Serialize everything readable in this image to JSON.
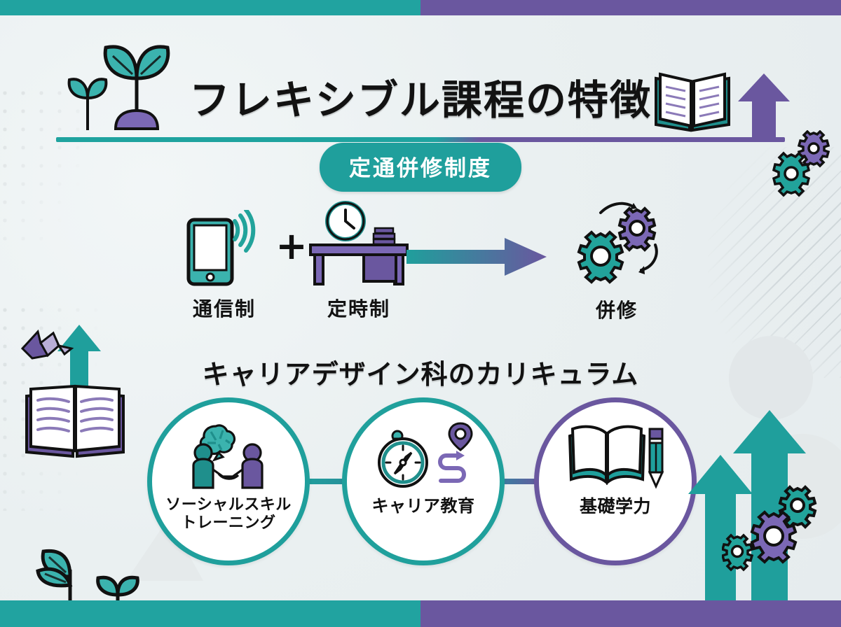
{
  "meta": {
    "language": "ja",
    "colors": {
      "teal": "#1f9f9c",
      "teal_dark": "#17807e",
      "purple": "#6a579f",
      "purple_light": "#8b7ab8",
      "ink": "#111111",
      "background": "#eef2f3",
      "white": "#ffffff"
    }
  },
  "header": {
    "title": "フレキシブル課程の特徴",
    "sprout_icon": "sprout-icon",
    "book_icon": "open-book-icon",
    "arrow_icon": "up-arrow-icon",
    "gears_icon": "gears-icon"
  },
  "badge": {
    "label": "定通併修制度"
  },
  "flow": {
    "plus_symbol": "+",
    "items": [
      {
        "label": "通信制",
        "icon": "tablet-wifi-icon"
      },
      {
        "label": "定時制",
        "icon": "desk-clock-icon"
      },
      {
        "label": "併修",
        "icon": "two-gears-icon"
      }
    ],
    "arrow_icon": "gradient-right-arrow-icon"
  },
  "curriculum": {
    "heading": "キャリアデザイン科のカリキュラム",
    "circles": [
      {
        "label": "ソーシャルスキル\nトレーニング",
        "line1": "ソーシャルスキル",
        "line2": "トレーニング",
        "icon": "handshake-brain-icon",
        "ring_color": "#1f9f9c"
      },
      {
        "label": "キャリア教育",
        "line1": "キャリア教育",
        "line2": "",
        "icon": "compass-route-pin-icon",
        "ring_color": "#20a09c"
      },
      {
        "label": "基礎学力",
        "line1": "基礎学力",
        "line2": "",
        "icon": "book-pencil-icon",
        "ring_color": "#6a579f"
      }
    ]
  },
  "decorations": {
    "left_book": "open-book-icon",
    "left_arrow": "up-arrow-icon",
    "left_bird": "origami-bird-icon",
    "left_plants": "plants-icon",
    "right_arrows": "up-arrows-icon",
    "right_gears": "gears-icon",
    "dots_pattern": "dot-grid-pattern",
    "stripes_pattern": "diagonal-stripes-pattern"
  }
}
